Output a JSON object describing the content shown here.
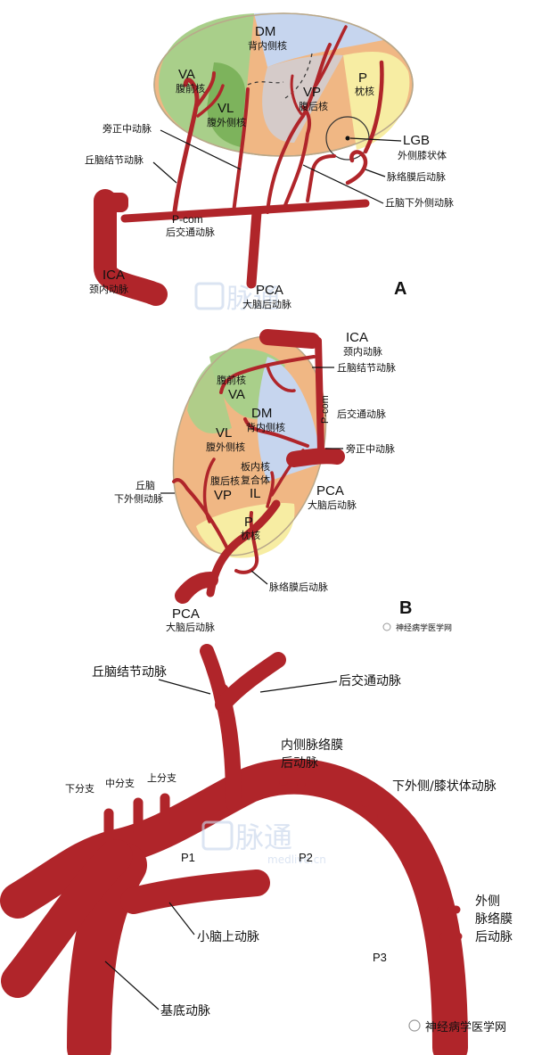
{
  "panel_a": {
    "letter": "A",
    "DM": "DM",
    "DM_cn": "背内侧核",
    "VA": "VA",
    "VA_cn": "腹前核",
    "VL": "VL",
    "VL_cn": "腹外侧核",
    "VP": "VP",
    "VP_cn": "腹后核",
    "P": "P",
    "P_cn": "枕核",
    "LGB": "LGB",
    "LGB_cn": "外侧膝状体",
    "paramedian": "旁正中动脉",
    "tuberothalamic": "丘脑结节动脉",
    "post_choroidal": "脉络膜后动脉",
    "inferolateral": "丘脑下外侧动脉",
    "pcom": "P-com",
    "pcom_cn": "后交通动脉",
    "ica": "ICA",
    "ica_cn": "颈内动脉",
    "pca": "PCA",
    "pca_cn": "大脑后动脉"
  },
  "panel_b": {
    "letter": "B",
    "ica": "ICA",
    "ica_cn": "颈内动脉",
    "tuberothalamic": "丘脑结节动脉",
    "pcom_vertical": "P-com",
    "pcom_cn": "后交通动脉",
    "paramedian": "旁正中动脉",
    "VA_cn": "腹前核",
    "VA": "VA",
    "DM": "DM",
    "DM_cn": "背内侧核",
    "VL": "VL",
    "VL_cn": "腹外侧核",
    "inferolateral_1": "丘脑",
    "inferolateral_2": "下外侧动脉",
    "VP_cn": "腹后核",
    "VP": "VP",
    "IL_cn_1": "板内核",
    "IL_cn_2": "复合体",
    "IL": "IL",
    "pca": "PCA",
    "pca_cn": "大脑后动脉",
    "P": "P",
    "P_cn": "枕核",
    "post_choroidal": "脉络膜后动脉",
    "pca2": "PCA",
    "pca2_cn": "大脑后动脉",
    "credit": "神经病学医学网"
  },
  "panel_c": {
    "tuberothalamic": "丘脑结节动脉",
    "pcom": "后交通动脉",
    "medial_choroidal_1": "内侧脉络膜",
    "medial_choroidal_2": "后动脉",
    "lower_branch": "下分支",
    "middle_branch": "中分支",
    "upper_branch": "上分支",
    "inferolateral_geniculate": "下外侧/膝状体动脉",
    "P1": "P1",
    "P2": "P2",
    "P3": "P3",
    "lateral_choroidal_1": "外侧",
    "lateral_choroidal_2": "脉络膜",
    "lateral_choroidal_3": "后动脉",
    "sca": "小脑上动脉",
    "basilar": "基底动脉",
    "credit": "神经病学医学网"
  },
  "watermark": {
    "cn": "脉通",
    "en": "medlive.cn"
  },
  "colors": {
    "artery": "#b0252a",
    "green": "#a9cf8a",
    "green_dark": "#6faa4c",
    "blue": "#c6d5ee",
    "orange": "#f2c89a",
    "yellow": "#f7eda3"
  }
}
